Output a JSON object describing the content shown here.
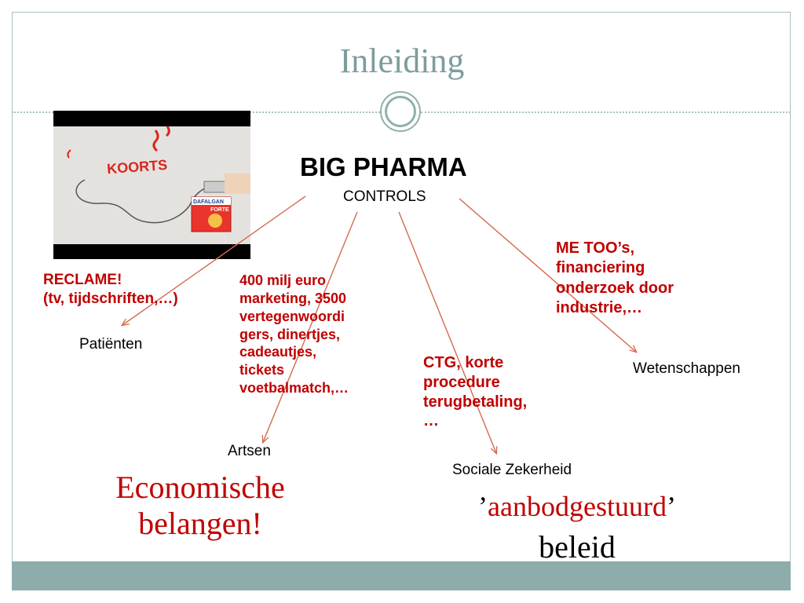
{
  "slide": {
    "title": "Inleiding",
    "accent_color": "#7e9c9c",
    "footer_color": "#8eacac"
  },
  "video": {
    "label": "KOORTS",
    "package_brand": "DAFALGAN",
    "package_variant": "FORTE"
  },
  "center": {
    "heading": "BIG PHARMA",
    "subheading": "CONTROLS"
  },
  "branches": {
    "reclame": "RECLAME!\n(tv, tijdschriften,…)",
    "patienten": "Patiënten",
    "marketing": "400 milj euro\nmarketing, 3500\nvertegenwoordi\ngers, dinertjes,\ncadeautjes,\ntickets\nvoetbalmatch,…",
    "artsen": "Artsen",
    "ctg": "CTG, korte\nprocedure\nterugbetaling,\n…",
    "sociale": "Sociale Zekerheid",
    "metoo": "ME TOO’s,\nfinanciering\nonderzoek door\nindustrie,…",
    "wetenschappen": "Wetenschappen"
  },
  "conclusions": {
    "economische": "Economische\nbelangen!",
    "quote_open": "’",
    "aanbod": "aanbodgestuurd",
    "quote_close": "’",
    "beleid": "beleid"
  },
  "colors": {
    "emphasis_red": "#c00000",
    "arrow": "#d36a4f"
  }
}
